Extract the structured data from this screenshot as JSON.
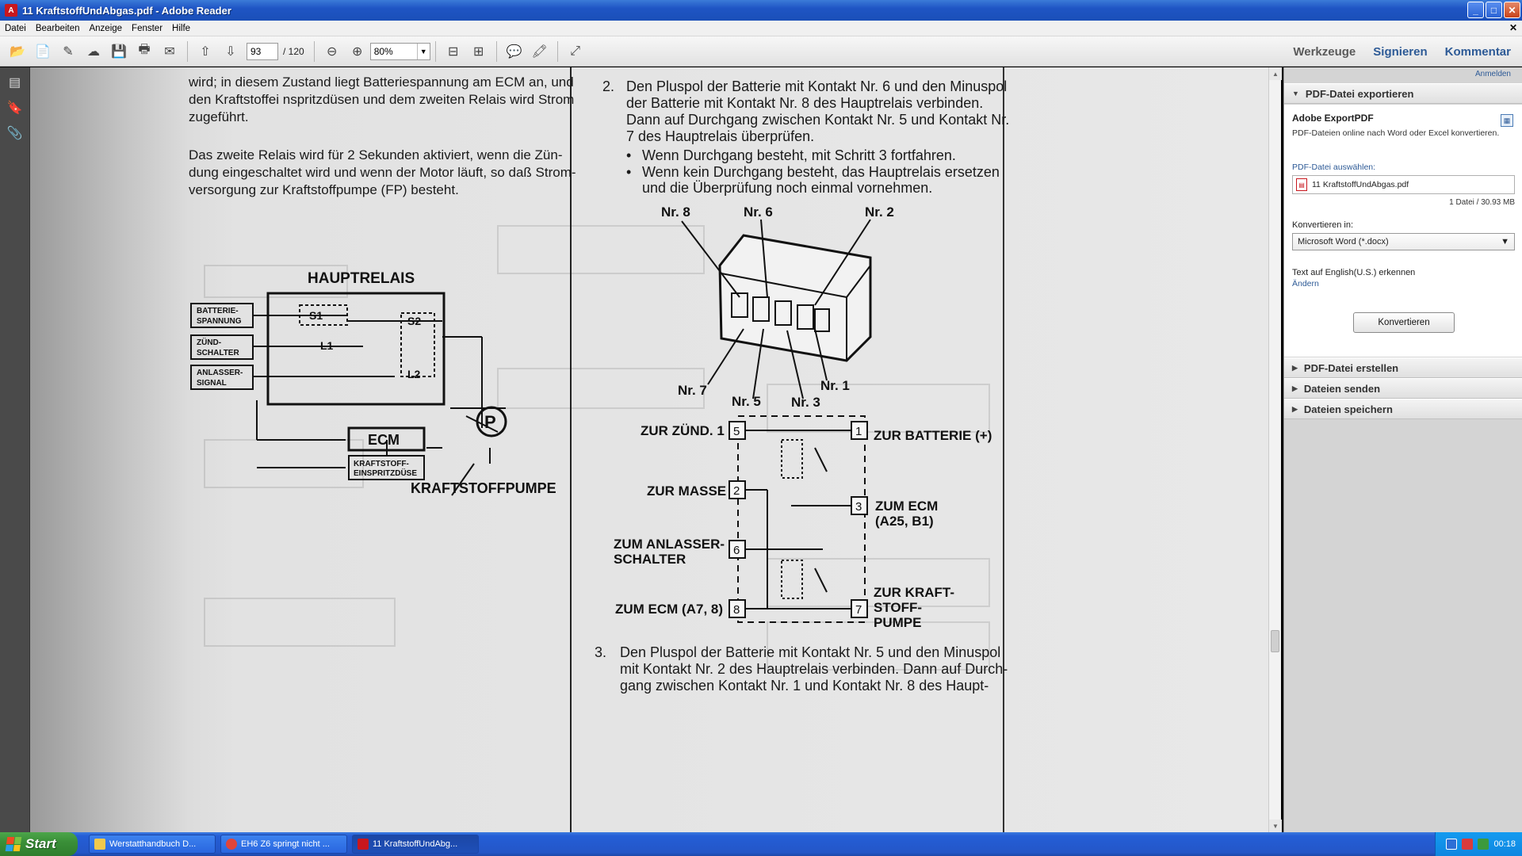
{
  "window": {
    "title": "11 KraftstoffUndAbgas.pdf - Adobe Reader",
    "min": "_",
    "max": "□",
    "close": "✕"
  },
  "menu": {
    "items": [
      "Datei",
      "Bearbeiten",
      "Anzeige",
      "Fenster",
      "Hilfe"
    ],
    "doc_close": "✕"
  },
  "toolbar": {
    "page_current": "93",
    "page_total": "/ 120",
    "zoom": "80%",
    "links": {
      "tools": "Werkzeuge",
      "sign": "Signieren",
      "comment": "Kommentar"
    },
    "icons": [
      "open-icon",
      "create-pdf-icon",
      "edit-icon",
      "upload-icon",
      "save-icon",
      "print-icon",
      "email-icon",
      "prev-page-icon",
      "next-page-icon",
      "zoom-out-icon",
      "zoom-in-icon",
      "fit-page-icon",
      "fit-width-icon",
      "comment-icon",
      "highlight-icon",
      "fullscreen-icon"
    ]
  },
  "doc": {
    "left_text_1": [
      "wird; in diesem Zustand liegt Batteriespannung am ECM an, und",
      "den Kraftstoffei nspritzdüsen und dem zweiten Relais wird Strom",
      "zugeführt."
    ],
    "left_text_2": [
      "Das zweite Relais wird für 2 Sekunden aktiviert, wenn die Zün-",
      "dung eingeschaltet wird und wenn der Motor läuft, so daß Strom-",
      "versorgung zur Kraftstoffpumpe (FP) besteht."
    ],
    "left_diag": {
      "title": "HAUPTRELAIS",
      "box1": [
        "BATTERIE-",
        "SPANNUNG"
      ],
      "box2": [
        "ZÜND-",
        "SCHALTER"
      ],
      "box3": [
        "ANLASSER-",
        "SIGNAL"
      ],
      "s1": "S1",
      "s2": "S2",
      "l1": "L1",
      "l2": "L2",
      "ecm": "ECM",
      "inj": [
        "KRAFTSTOFF-",
        "EINSPRITZDÜSE"
      ],
      "pump_letter": "P",
      "pump": "KRAFTSTOFFPUMPE"
    },
    "right_step2_num": "2.",
    "right_step2": [
      "Den Pluspol der Batterie mit Kontakt Nr. 6 und den Minuspol",
      "der Batterie mit Kontakt Nr. 8 des Hauptrelais verbinden.",
      "Dann auf Durchgang zwischen Kontakt Nr. 5 und Kontakt Nr.",
      "7 des Hauptrelais überprüfen."
    ],
    "bullets": [
      "Wenn Durchgang besteht, mit Schritt 3 fortfahren.",
      [
        "Wenn kein Durchgang besteht, das Hauptrelais ersetzen",
        "und die Überprüfung noch einmal vornehmen."
      ]
    ],
    "relay_labels": {
      "n8": "Nr. 8",
      "n6": "Nr. 6",
      "n2": "Nr. 2",
      "n7": "Nr. 7",
      "n5": "Nr. 5",
      "n3": "Nr. 3",
      "n1": "Nr. 1"
    },
    "schematic": {
      "zuend": "ZUR ZÜND. 1",
      "batt": "ZUR BATTERIE (+)",
      "masse": "ZUR MASSE",
      "ecm": [
        "ZUM ECM",
        "(A25, B1)"
      ],
      "anl": [
        "ZUM ANLASSER-",
        "SCHALTER"
      ],
      "ecm2": "ZUM ECM (A7, 8)",
      "pump": [
        "ZUR KRAFT-",
        "STOFF-",
        "PUMPE"
      ],
      "pins": [
        "5",
        "1",
        "2",
        "3",
        "6",
        "8",
        "7"
      ]
    },
    "right_step3_num": "3.",
    "right_step3": [
      "Den Pluspol der Batterie mit Kontakt Nr. 5 und den Minuspol",
      "mit Kontakt Nr. 2 des Hauptrelais verbinden. Dann auf Durch-",
      "gang zwischen Kontakt Nr. 1 und Kontakt Nr. 8 des Haupt-"
    ]
  },
  "panel": {
    "signin": "Anmelden",
    "export_header": "PDF-Datei exportieren",
    "export_title": "Adobe ExportPDF",
    "export_sub": "PDF-Dateien online nach Word oder Excel konvertieren.",
    "select_label": "PDF-Datei auswählen:",
    "file": "11 KraftstoffUndAbgas.pdf",
    "count": "1 Datei / 30.93 MB",
    "convert_label": "Konvertieren in:",
    "convert_value": "Microsoft Word (*.docx)",
    "ocr": "Text auf English(U.S.) erkennen",
    "change": "Ändern",
    "convert_btn": "Konvertieren",
    "sections": [
      "PDF-Datei erstellen",
      "Dateien senden",
      "Dateien speichern"
    ]
  },
  "taskbar": {
    "start": "Start",
    "tasks": [
      "Werstatthandbuch D...",
      "EH6 Z6 springt nicht ...",
      "11 KraftstoffUndAbg..."
    ],
    "clock": "00:18"
  }
}
